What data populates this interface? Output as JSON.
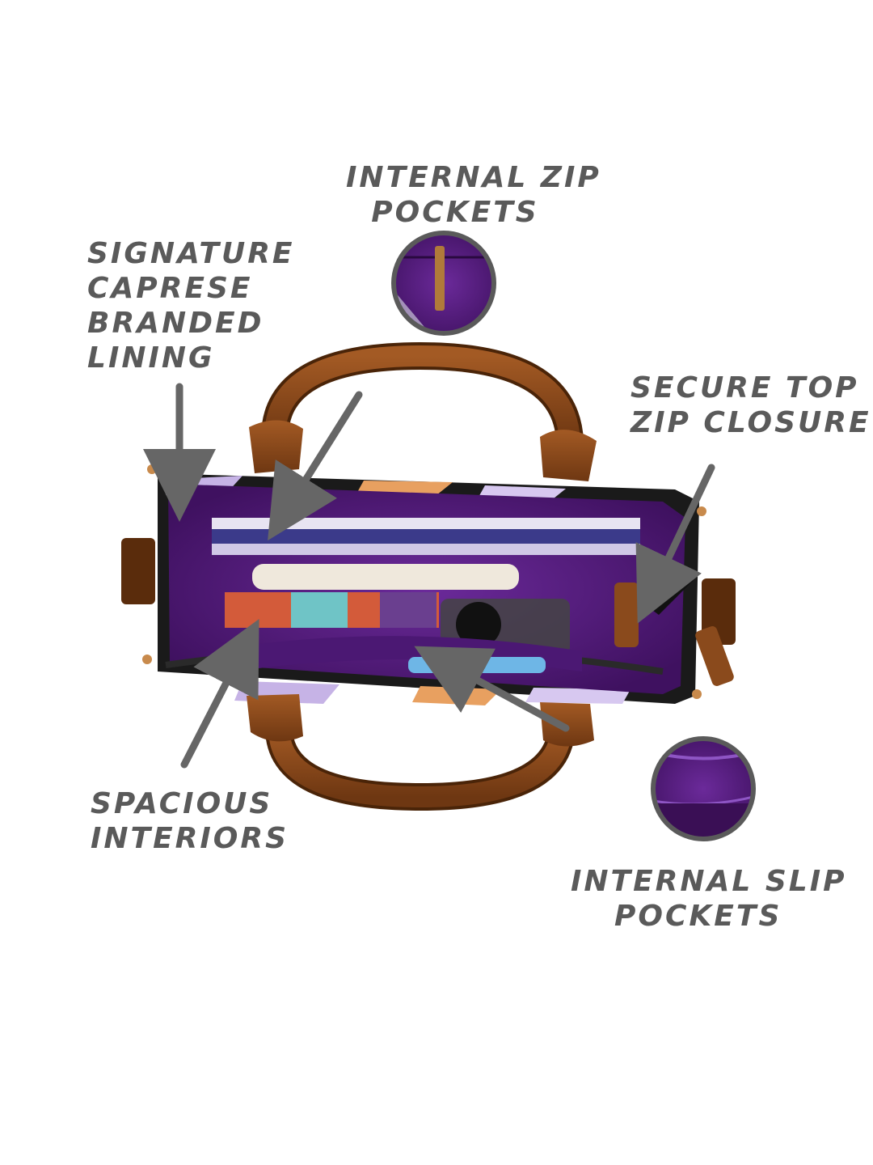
{
  "callouts": {
    "internal_zip_pockets": [
      "INTERNAL ZIP",
      "POCKETS"
    ],
    "signature_lining": [
      "SIGNATURE",
      "CAPRESE",
      "BRANDED",
      "LINING"
    ],
    "secure_top_zip": [
      "SECURE TOP",
      "ZIP CLOSURE"
    ],
    "spacious_interiors": [
      "SPACIOUS",
      "INTERIORS"
    ],
    "internal_slip_pockets": [
      "INTERNAL SLIP",
      "POCKETS"
    ]
  },
  "colors": {
    "label_text": "#5a5a5a",
    "arrow": "#666666",
    "lining_purple": "#5b1f86",
    "leather_brown": "#8a4a1c",
    "detail_ring": "#5a5a5a",
    "background": "#ffffff"
  }
}
